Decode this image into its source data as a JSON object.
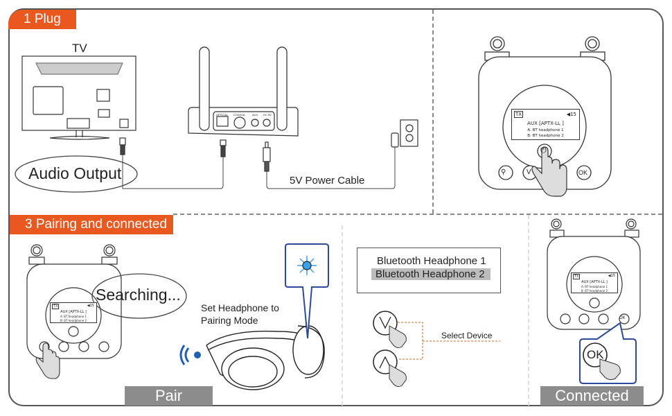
{
  "sections": {
    "plug": {
      "tab_label": "1 Plug"
    },
    "pairing": {
      "tab_label": "3 Pairing and connected"
    }
  },
  "plug_panel": {
    "tv_label": "TV",
    "audio_output_label": "Audio Output",
    "power_cable_label": "5V Power Cable",
    "ports": [
      "OPTICAL",
      "COAXIAL",
      "AUX",
      "DC 5V"
    ]
  },
  "device_screen": {
    "mode_badge": "TX",
    "volume": "15",
    "source": "AUX  [APTX-LL ]",
    "line_a": "A: BT headphone 1",
    "line_b": "B: BT headphone 2"
  },
  "device_buttons": {
    "search": "search-icon",
    "down": "V",
    "up": "Λ",
    "ok": "OK",
    "power": "power-icon"
  },
  "pair_panel": {
    "searching_label": "Searching...",
    "headphone_instruction_line1": "Set Headphone to",
    "headphone_instruction_line2": "Pairing Mode",
    "step_label": "Pair"
  },
  "select_panel": {
    "device_list": [
      "Bluetooth Headphone 1",
      "Bluetooth Headphone 2"
    ],
    "selected_index": 1,
    "select_label": "Select Device"
  },
  "connect_panel": {
    "ok_label": "OK",
    "step_label": "Connected"
  },
  "colors": {
    "accent": "#e8581f",
    "label_gray": "#8c8c8c",
    "callout_blue": "#2b4a9a",
    "bt_blue": "#1f5fb8",
    "led_blue": "#3aa0e8",
    "dash_orange": "#c8641e"
  }
}
